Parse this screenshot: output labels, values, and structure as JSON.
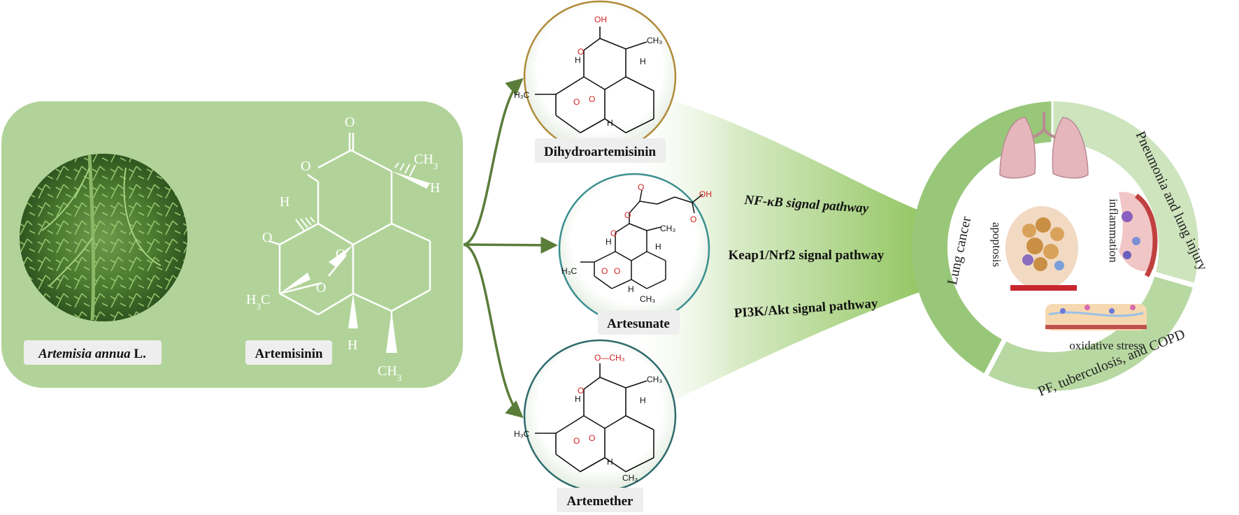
{
  "source": {
    "plant_label_italic": "Artemisia annua",
    "plant_label_suffix": " L.",
    "compound_label": "Artemisinin",
    "atoms": {
      "o1": "O",
      "o2": "O",
      "o3": "O",
      "o4": "O",
      "o5": "O",
      "ch3_right": "CH",
      "ch3_bottom": "CH",
      "h3c_left": "H",
      "h_left": "H",
      "h_right": "H",
      "h_bottom": "H",
      "sub3": "3",
      "c_suffix": "C"
    }
  },
  "derivatives": [
    {
      "name": "Dihydroartemisinin",
      "group": "OH"
    },
    {
      "name": "Artesunate",
      "group": "OH"
    },
    {
      "name": "Artemether",
      "group": "O—CH₃"
    }
  ],
  "atom_labels": {
    "h3c": "H₃C",
    "ch3": "CH₃",
    "h": "H",
    "o": "O"
  },
  "pathways": [
    "NF-κB signal pathway",
    "Keap1/Nrf2 signal pathway",
    "PI3K/Akt signal pathway"
  ],
  "diseases": {
    "segment1": "Lung cancer",
    "segment2": "Pneumonia and lung injury",
    "segment3": "PF, tuberculosis, and COPD"
  },
  "mechanisms": {
    "apoptosis": "apoptosis",
    "inflammation": "inflammation",
    "oxidative": "oxidative stress"
  },
  "colors": {
    "panel": "#b1d399",
    "arrow": "#5a7d3a",
    "funnel_dark": "#8fc45c",
    "ring_dark": "#99c77a",
    "ring_light": "#cde4bd",
    "lung": "#e6b6bd"
  }
}
